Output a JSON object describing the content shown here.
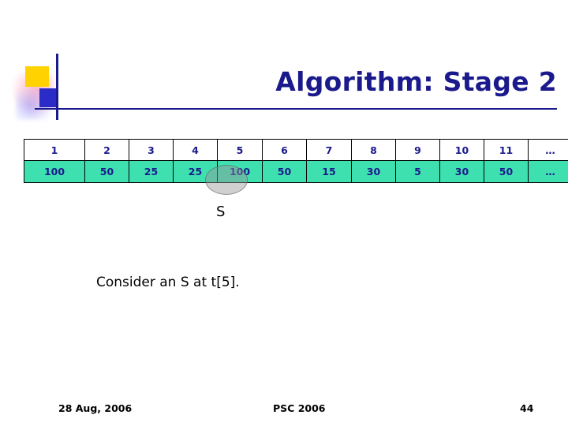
{
  "slide": {
    "title": "Algorithm: Stage 2",
    "body_text": "Consider an S at t[5].",
    "s_marker": "S"
  },
  "table": {
    "indices": [
      "1",
      "2",
      "3",
      "4",
      "5",
      "6",
      "7",
      "8",
      "9",
      "10",
      "11",
      "…"
    ],
    "values": [
      "100",
      "50",
      "25",
      "25",
      "100",
      "50",
      "15",
      "30",
      "5",
      "30",
      "50",
      "…"
    ],
    "highlight_index": 5,
    "cell_fill": "#3fe0b0",
    "text_color": "#1a1a8c"
  },
  "footer": {
    "date": "28 Aug, 2006",
    "conference": "PSC 2006",
    "page_number": "44"
  },
  "theme": {
    "title_color": "#1a1a8c",
    "accent_yellow": "#ffd200",
    "accent_blue": "#2b2bc8"
  }
}
